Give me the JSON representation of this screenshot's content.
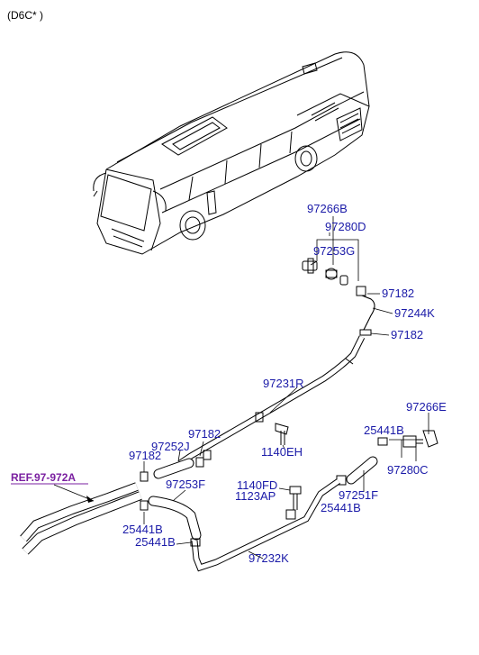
{
  "header": {
    "model_code": "(D6C* )"
  },
  "reference": {
    "label": "REF.97-972A"
  },
  "parts": {
    "p97266B": "97266B",
    "p97280D": "97280D",
    "p97253G": "97253G",
    "p97182_a": "97182",
    "p97244K": "97244K",
    "p97182_b": "97182",
    "p97231R": "97231R",
    "p97266E": "97266E",
    "p25441B_a": "25441B",
    "p97182_c": "97182",
    "p97252J": "97252J",
    "p97182_d": "97182",
    "p1140EH": "1140EH",
    "p97280C": "97280C",
    "p1140FD": "1140FD",
    "p1123AP": "1123AP",
    "p97253F": "97253F",
    "p97251F": "97251F",
    "p25441B_b": "25441B",
    "p25441B_c": "25441B",
    "p25441B_d": "25441B",
    "p97232K": "97232K"
  }
}
